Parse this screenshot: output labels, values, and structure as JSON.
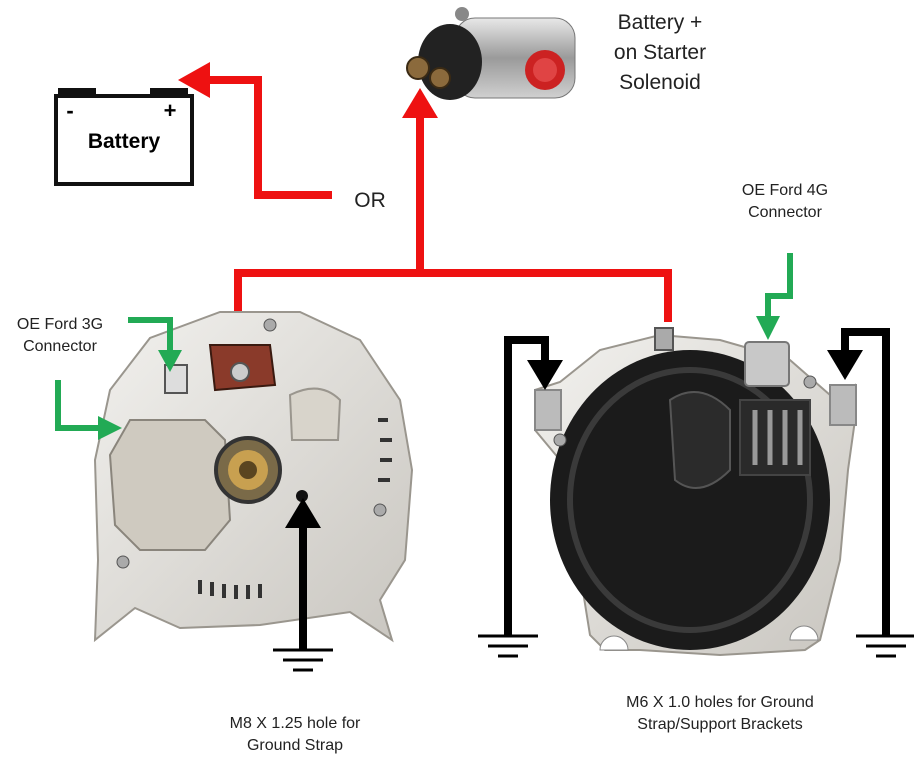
{
  "battery": {
    "label": "Battery",
    "minus": "-",
    "plus": "+"
  },
  "solenoid": {
    "label_lines": [
      "Battery +",
      "on Starter",
      "Solenoid"
    ]
  },
  "or_label": "OR",
  "connector_4g": {
    "label_lines": [
      "OE Ford 4G",
      "Connector"
    ]
  },
  "connector_3g": {
    "label_lines": [
      "OE Ford 3G",
      "Connector"
    ]
  },
  "ground_3g": {
    "label_lines": [
      "M8 X 1.25 hole for",
      "Ground Strap"
    ]
  },
  "ground_4g": {
    "label_lines": [
      "M6 X 1.0 holes for Ground",
      "Strap/Support Brackets"
    ]
  },
  "colors": {
    "positive_wire": "#ee1111",
    "ground_wire": "#000000",
    "pointer_arrow": "#22aa55"
  }
}
